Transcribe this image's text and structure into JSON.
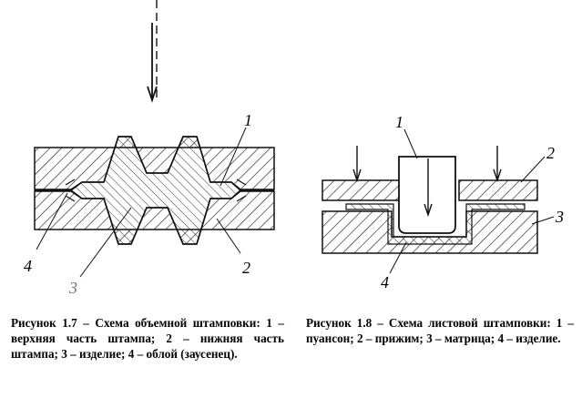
{
  "figure_1_7": {
    "labels": [
      "1",
      "2",
      "3",
      "4"
    ],
    "caption": "Рисунок 1.7 – Схема объемной штамповки: 1 – верхняя часть штампа; 2 – нижняя часть штампа; 3 – изделие; 4 – облой (заусенец)."
  },
  "figure_1_8": {
    "labels": [
      "1",
      "2",
      "3",
      "4"
    ],
    "caption": "Рисунок 1.8 – Схема листовой штамповки: 1 – пуансон; 2 – прижим; 3 – матрица; 4 – изделие."
  }
}
